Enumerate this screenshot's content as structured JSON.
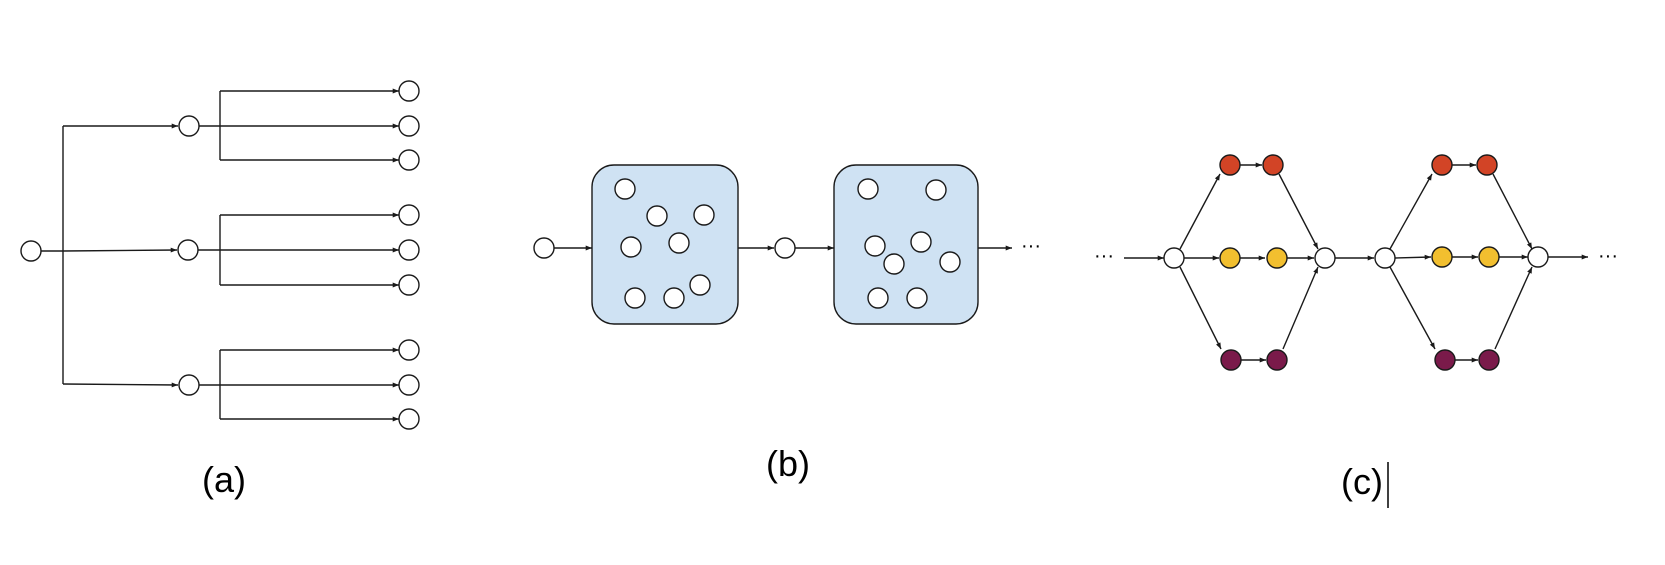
{
  "captions": {
    "a": "(a)",
    "b": "(b)",
    "c": "(c)"
  },
  "ellipsis": "···",
  "colors": {
    "stroke": "#1a1a1a",
    "node_fill": "#ffffff",
    "box_fill": "#cfe2f3",
    "red": "#d24426",
    "yellow": "#f2bf2f",
    "purple": "#7a1a4a"
  },
  "panel_a": {
    "levels": [
      1,
      3,
      9
    ]
  },
  "panel_b": {
    "blocks": [
      {
        "inner_nodes": 8
      },
      {
        "inner_nodes": 8
      }
    ]
  },
  "panel_c": {
    "stages": 2,
    "branches": [
      "red",
      "yellow",
      "purple"
    ],
    "nodes_per_branch": 2
  }
}
